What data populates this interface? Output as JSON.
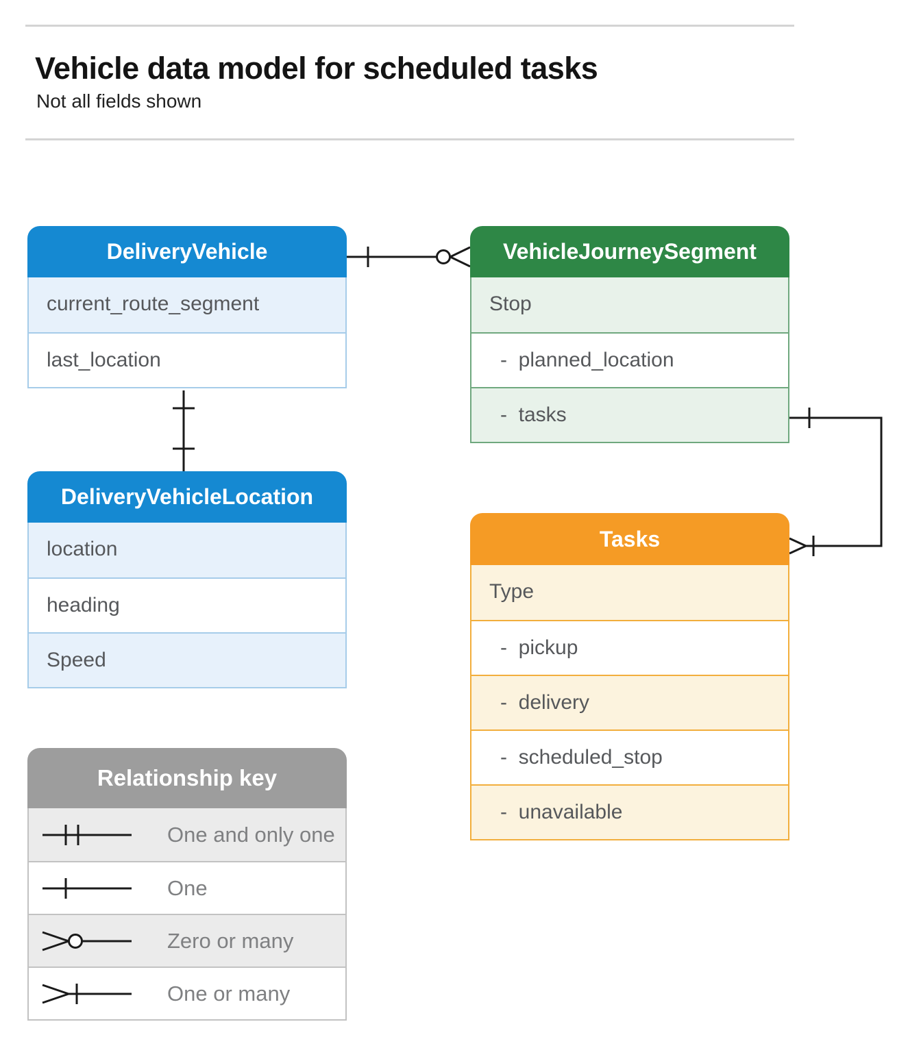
{
  "page": {
    "title": "Vehicle data model for scheduled tasks",
    "subtitle": "Not all fields shown"
  },
  "colors": {
    "blue": "#1589d2",
    "blue_light": "#e7f1fb",
    "blue_border": "#a6cce9",
    "green": "#2e8746",
    "green_light": "#e8f2ea",
    "green_border": "#6fa87e",
    "orange": "#f59b25",
    "orange_light": "#fcf3de",
    "orange_border": "#f2ae3c",
    "gray": "#9d9d9d",
    "gray_light": "#ebebeb",
    "gray_border": "#c2c2c2",
    "connector": "#1a1a1a"
  },
  "entities": [
    {
      "title": "DeliveryVehicle",
      "theme": "blue",
      "rows": [
        {
          "label": "current_route_segment"
        },
        {
          "label": "last_location"
        }
      ]
    },
    {
      "title": "VehicleJourneySegment",
      "theme": "green",
      "rows": [
        {
          "label": "Stop"
        },
        {
          "label": "-  planned_location"
        },
        {
          "label": "-  tasks"
        }
      ]
    },
    {
      "title": "DeliveryVehicleLocation",
      "theme": "blue",
      "rows": [
        {
          "label": "location"
        },
        {
          "label": "heading"
        },
        {
          "label": "Speed"
        }
      ]
    },
    {
      "title": "Tasks",
      "theme": "orange",
      "rows": [
        {
          "label": "Type"
        },
        {
          "label": "-  pickup"
        },
        {
          "label": "-  delivery"
        },
        {
          "label": "-  scheduled_stop"
        },
        {
          "label": "-  unavailable"
        }
      ]
    }
  ],
  "legend": {
    "title": "Relationship key",
    "items": [
      {
        "symbol": "one-and-only-one",
        "label": "One and only one"
      },
      {
        "symbol": "one",
        "label": "One"
      },
      {
        "symbol": "zero-or-many",
        "label": "Zero or many"
      },
      {
        "symbol": "one-or-many",
        "label": "One or many"
      }
    ]
  },
  "relationships": [
    {
      "from": "DeliveryVehicle",
      "to": "VehicleJourneySegment",
      "from_cardinality": "one",
      "to_cardinality": "zero-or-many"
    },
    {
      "from": "DeliveryVehicle",
      "to": "DeliveryVehicleLocation",
      "from_cardinality": "one",
      "to_cardinality": "one"
    },
    {
      "from": "VehicleJourneySegment.tasks",
      "to": "Tasks",
      "from_cardinality": "one",
      "to_cardinality": "one-or-many"
    }
  ]
}
